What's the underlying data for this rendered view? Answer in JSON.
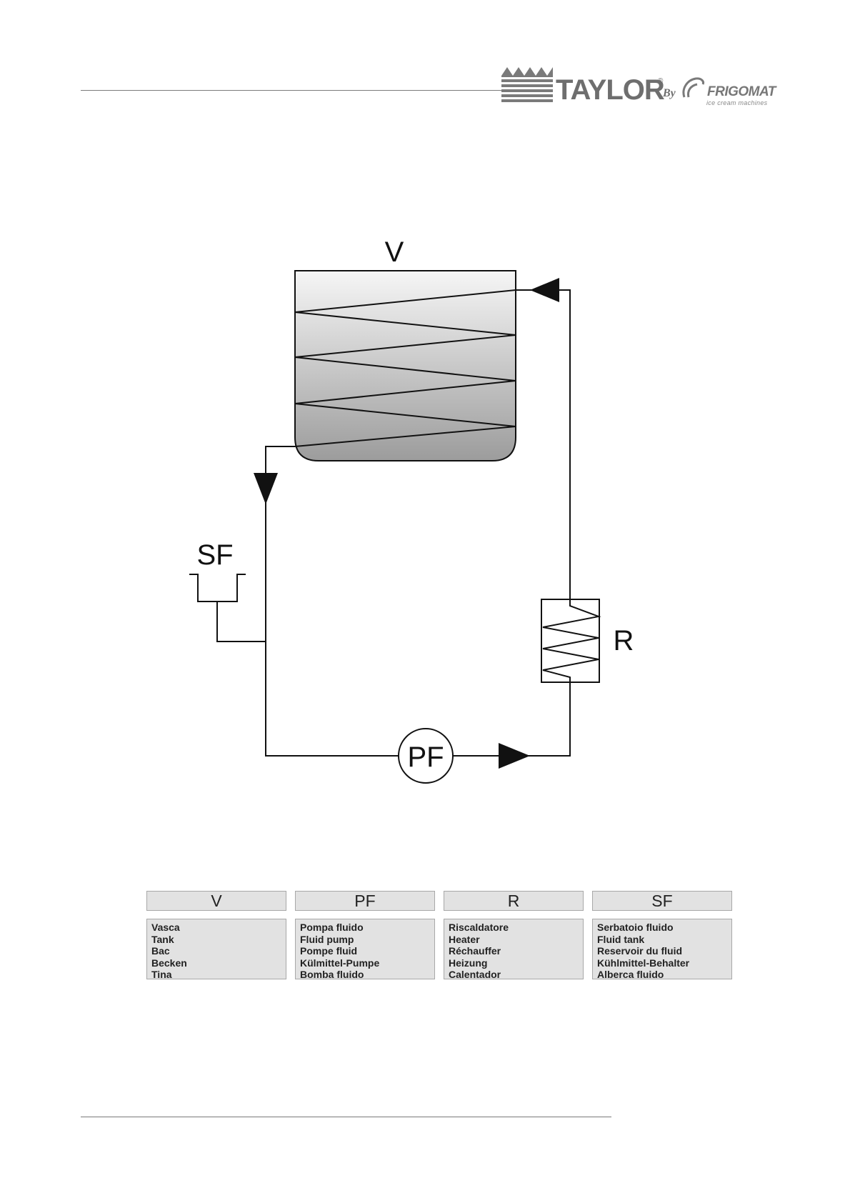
{
  "header": {
    "logo": {
      "brand": "TAYLOR",
      "registered": "®",
      "by": "By",
      "partner": "FRIGOMAT",
      "tagline": "ice cream machines"
    }
  },
  "diagram": {
    "labels": {
      "tank": "V",
      "fluid_tank": "SF",
      "heater": "R",
      "pump": "PF"
    }
  },
  "legend": [
    {
      "code": "V",
      "items": [
        "Vasca",
        "Tank",
        "Bac",
        "Becken",
        "Tina"
      ]
    },
    {
      "code": "PF",
      "items": [
        "Pompa fluido",
        "Fluid pump",
        "Pompe fluid",
        "Külmittel-Pumpe",
        "Bomba fluido"
      ]
    },
    {
      "code": "R",
      "items": [
        "Riscaldatore",
        "Heater",
        "Réchauffer",
        "Heizung",
        "Calentador"
      ]
    },
    {
      "code": "SF",
      "items": [
        "Serbatoio fluido",
        "Fluid tank",
        "Reservoir du fluid",
        "Kühlmittel-Behalter",
        "Alberca fluido"
      ]
    }
  ],
  "colors": {
    "rule": "#7a7a7a",
    "legend_fill": "#e2e2e2",
    "legend_border": "#a8a8a8",
    "logo_grey": "#6e6e6e"
  }
}
